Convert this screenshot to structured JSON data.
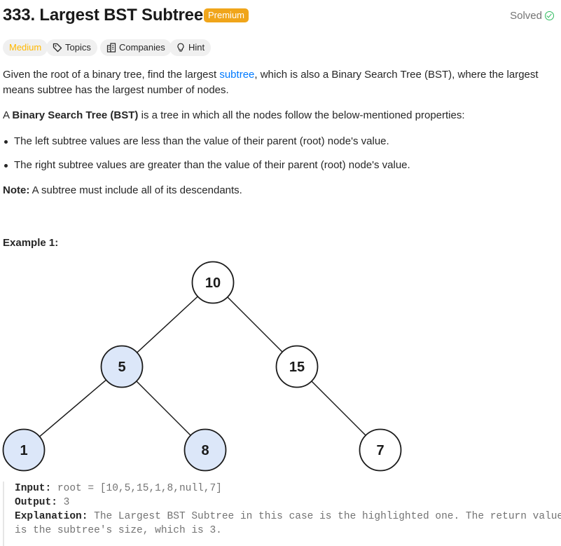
{
  "problem": {
    "title": "333. Largest BST Subtree",
    "premium_label": "Premium",
    "solved_label": "Solved",
    "tags": {
      "difficulty": "Medium",
      "topics": "Topics",
      "companies": "Companies",
      "hint": "Hint"
    }
  },
  "description": {
    "p1_before": "Given the root of a binary tree, find the largest ",
    "p1_link": "subtree",
    "p1_after": ", which is also a Binary Search Tree (BST), where the largest means subtree has the largest number of nodes.",
    "p2_prefix": "A ",
    "p2_bold": "Binary Search Tree (BST)",
    "p2_rest": " is a tree in which all the nodes follow the below-mentioned properties:",
    "bullets": [
      "The left subtree values are less than the value of their parent (root) node's value.",
      "The right subtree values are greater than the value of their parent (root) node's value."
    ],
    "note_label": "Note:",
    "note_text": " A subtree must include all of its descendants."
  },
  "example": {
    "heading": "Example 1:",
    "tree_nodes": [
      {
        "value": "10",
        "highlighted": false
      },
      {
        "value": "5",
        "highlighted": true
      },
      {
        "value": "15",
        "highlighted": false
      },
      {
        "value": "1",
        "highlighted": true
      },
      {
        "value": "8",
        "highlighted": true
      },
      {
        "value": "7",
        "highlighted": false
      }
    ],
    "input_label": "Input:",
    "input_value": " root = [10,5,15,1,8,null,7]",
    "output_label": "Output:",
    "output_value": " 3",
    "explanation_label": "Explanation:",
    "explanation_line1": " The Largest BST Subtree in this case is the highlighted one. The return value",
    "explanation_line2": "is the subtree's size, which is 3."
  },
  "colors": {
    "highlight_fill": "#dce7f9",
    "premium": "#f0a51a",
    "medium": "#ffb800",
    "link": "#007aff",
    "solved_check": "#2cbb5d"
  }
}
